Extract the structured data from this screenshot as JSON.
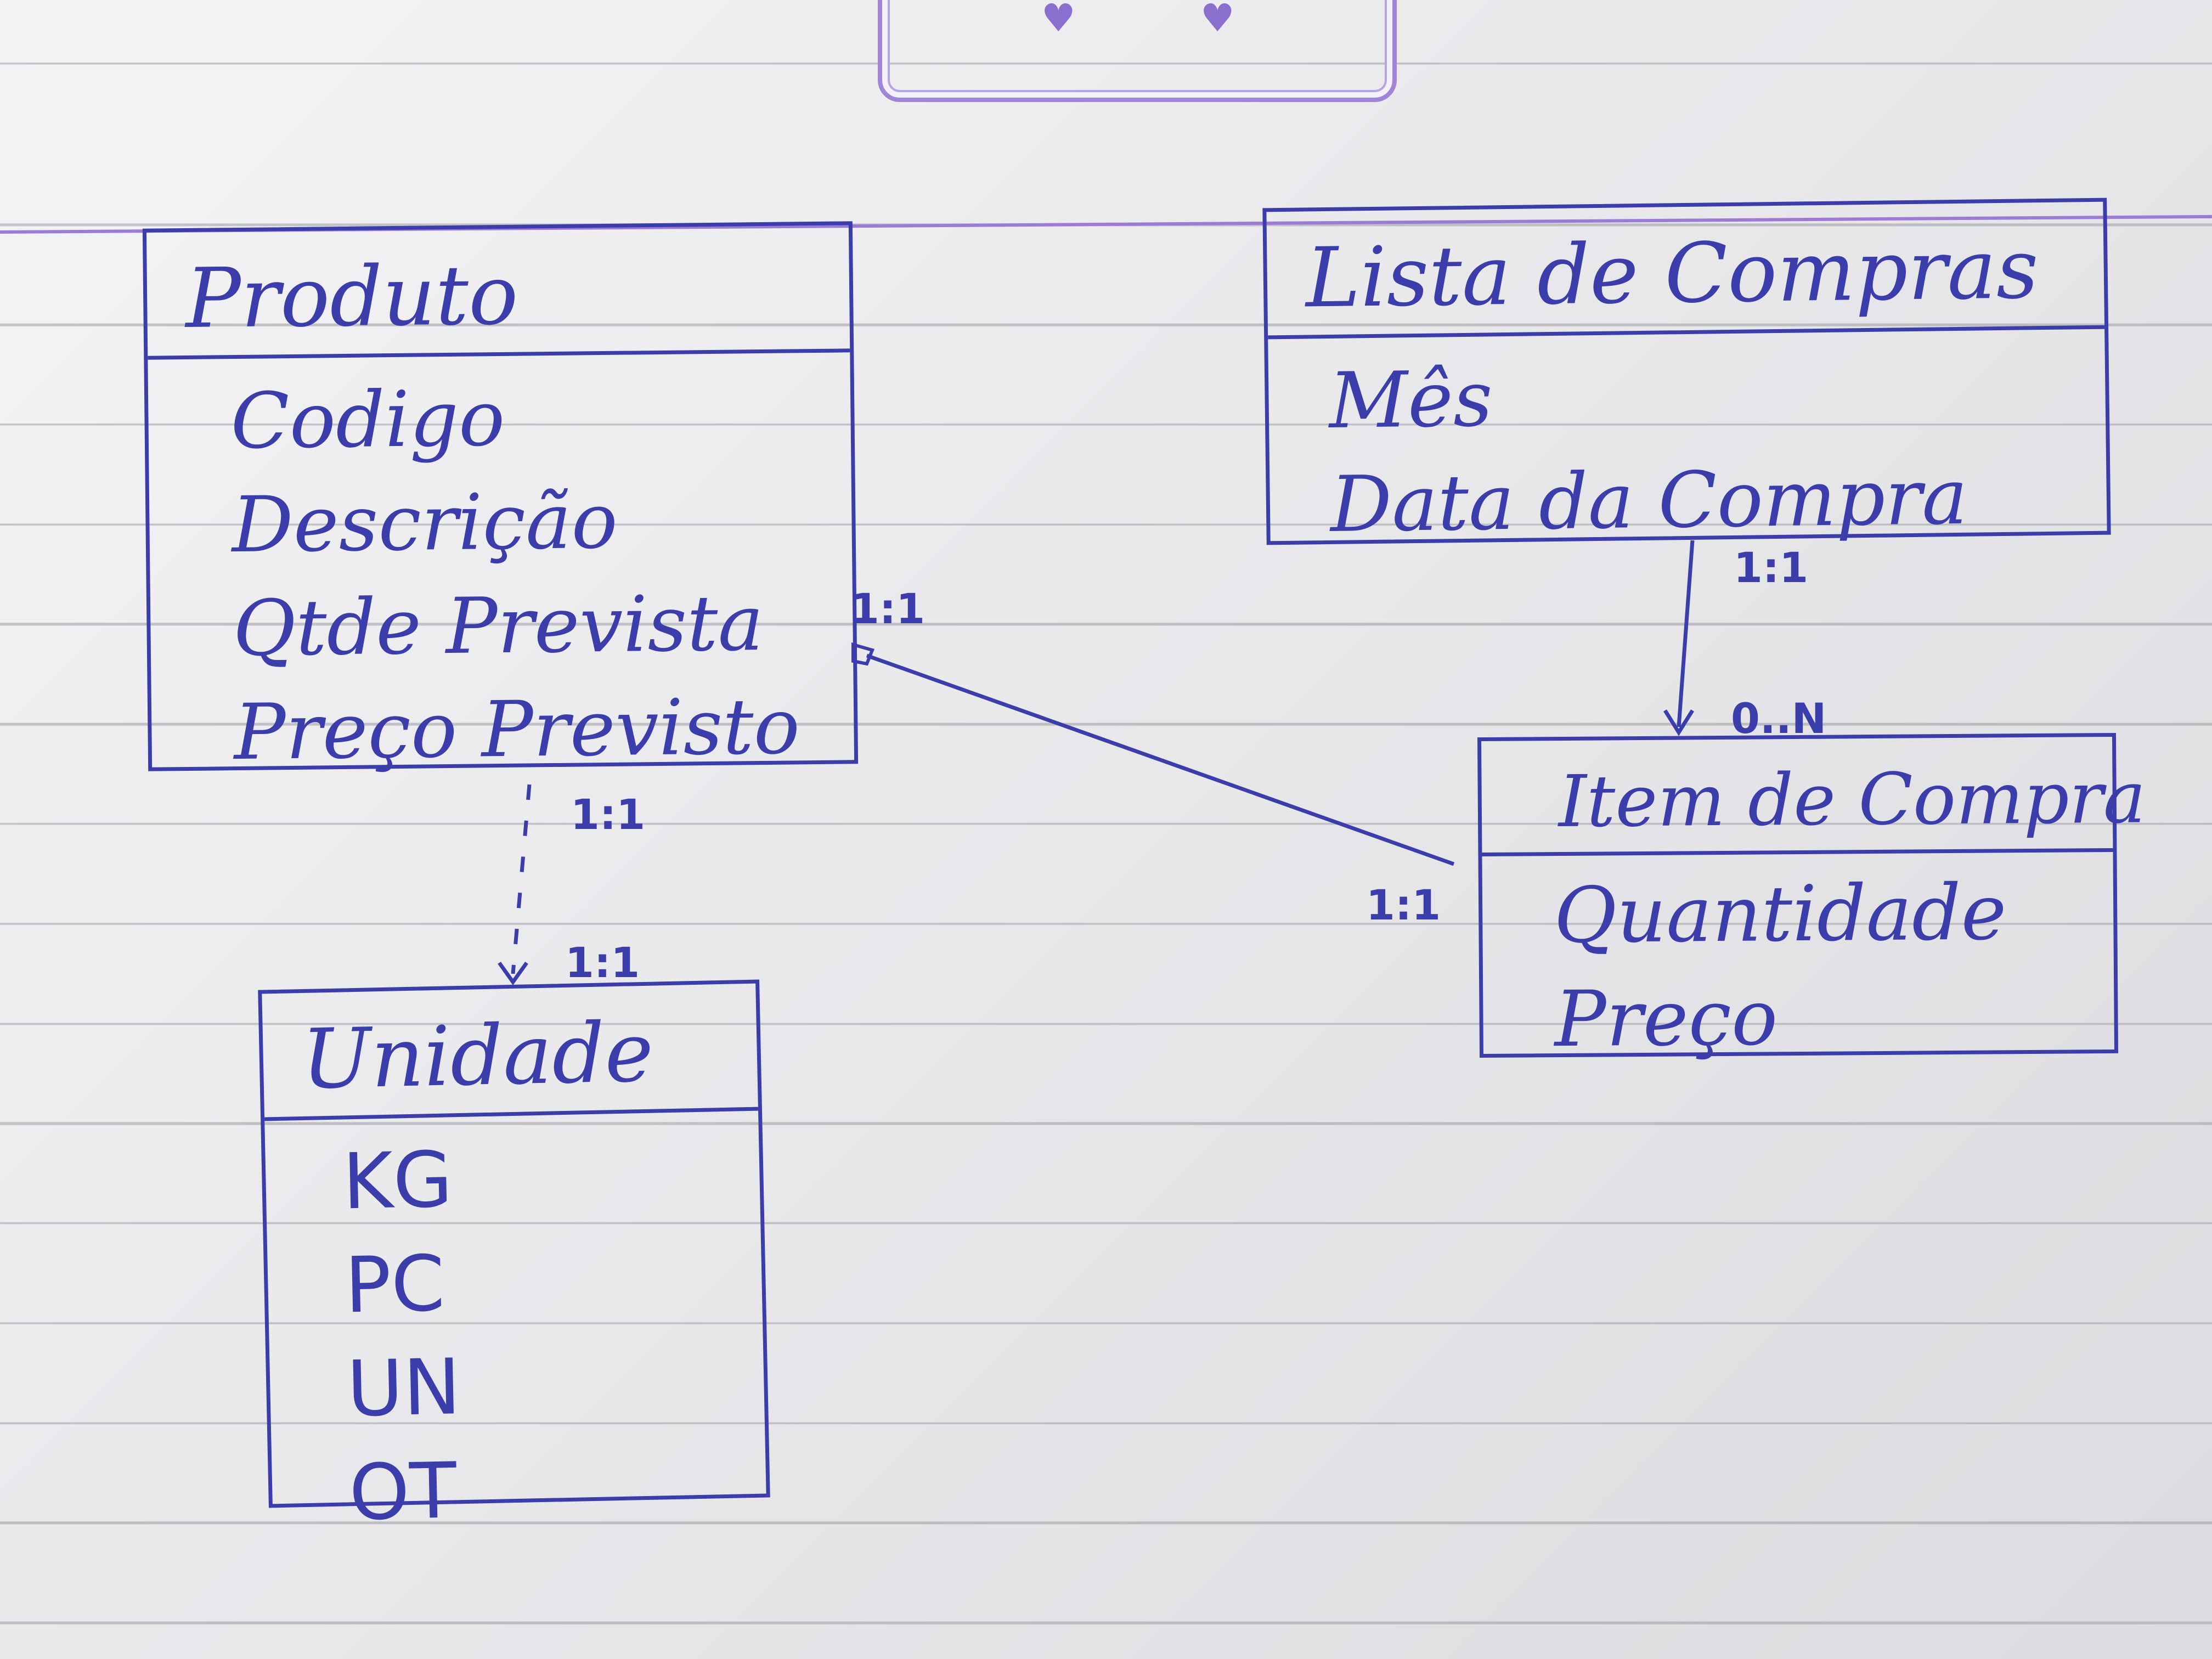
{
  "colors": {
    "ink": "#3b3dab",
    "paper_rule": "#9b9aa2",
    "margin": "#9d7ad6"
  },
  "header_icons": [
    "heart-icon",
    "heart-icon"
  ],
  "entities": {
    "produto": {
      "title": "Produto",
      "attributes": [
        "Codigo",
        "Descrição",
        "Qtde Prevista",
        "Preço Previsto"
      ]
    },
    "lista": {
      "title": "Lista de Compras",
      "attributes": [
        "Mês",
        "Data da Compra"
      ]
    },
    "item": {
      "title": "Item de Compra",
      "attributes": [
        "Quantidade",
        "Preço"
      ]
    },
    "unidade": {
      "title": "Unidade",
      "attributes": [
        "KG",
        "PC",
        "UN",
        "OT"
      ]
    }
  },
  "relationships": {
    "produto_unidade": {
      "from_card": "1:1",
      "to_card": "1:1"
    },
    "lista_item": {
      "from_card": "1:1",
      "to_card": "0..N"
    },
    "produto_item": {
      "from_card": "1:1",
      "to_card": "1:1"
    }
  }
}
